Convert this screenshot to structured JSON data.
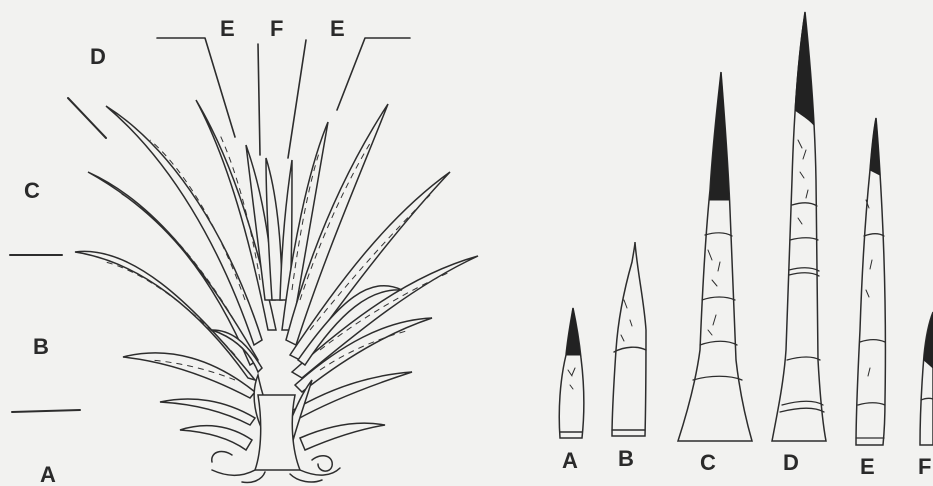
{
  "plant_zone_labels": {
    "a": "A",
    "b": "B",
    "c": "C",
    "d": "D",
    "e_left": "E",
    "f": "F",
    "e_right": "E"
  },
  "leaf_sequence": [
    {
      "label": "A"
    },
    {
      "label": "B"
    },
    {
      "label": "C"
    },
    {
      "label": "D"
    },
    {
      "label": "E"
    },
    {
      "label": "F"
    }
  ]
}
